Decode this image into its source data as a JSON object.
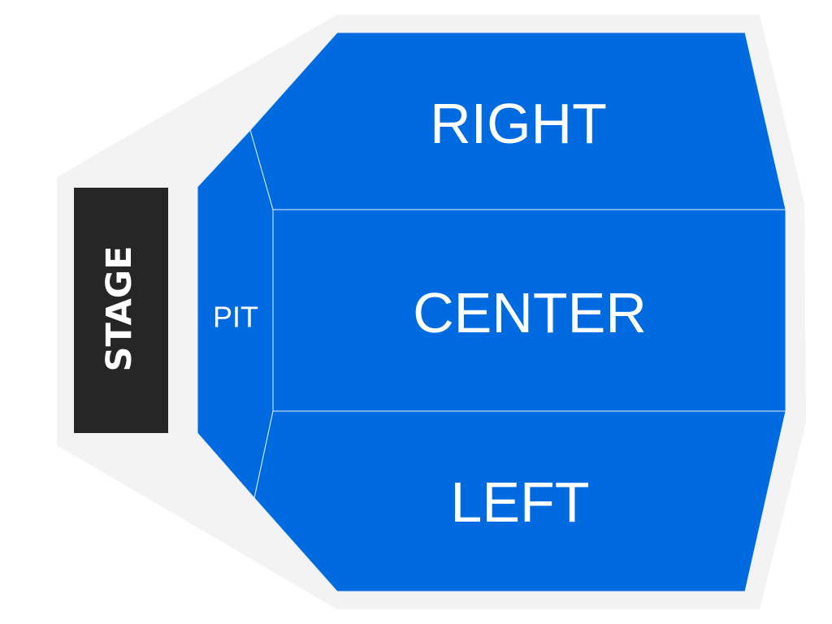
{
  "colors": {
    "venue_outline": "#f3f3f3",
    "section_fill": "#006be1",
    "section_divider": "#e8eef8",
    "stage_fill": "#262626",
    "label": "#ffffff"
  },
  "stage": {
    "label": "STAGE"
  },
  "sections": {
    "pit": {
      "label": "PIT"
    },
    "right": {
      "label": "RIGHT"
    },
    "center": {
      "label": "CENTER"
    },
    "left": {
      "label": "LEFT"
    }
  }
}
